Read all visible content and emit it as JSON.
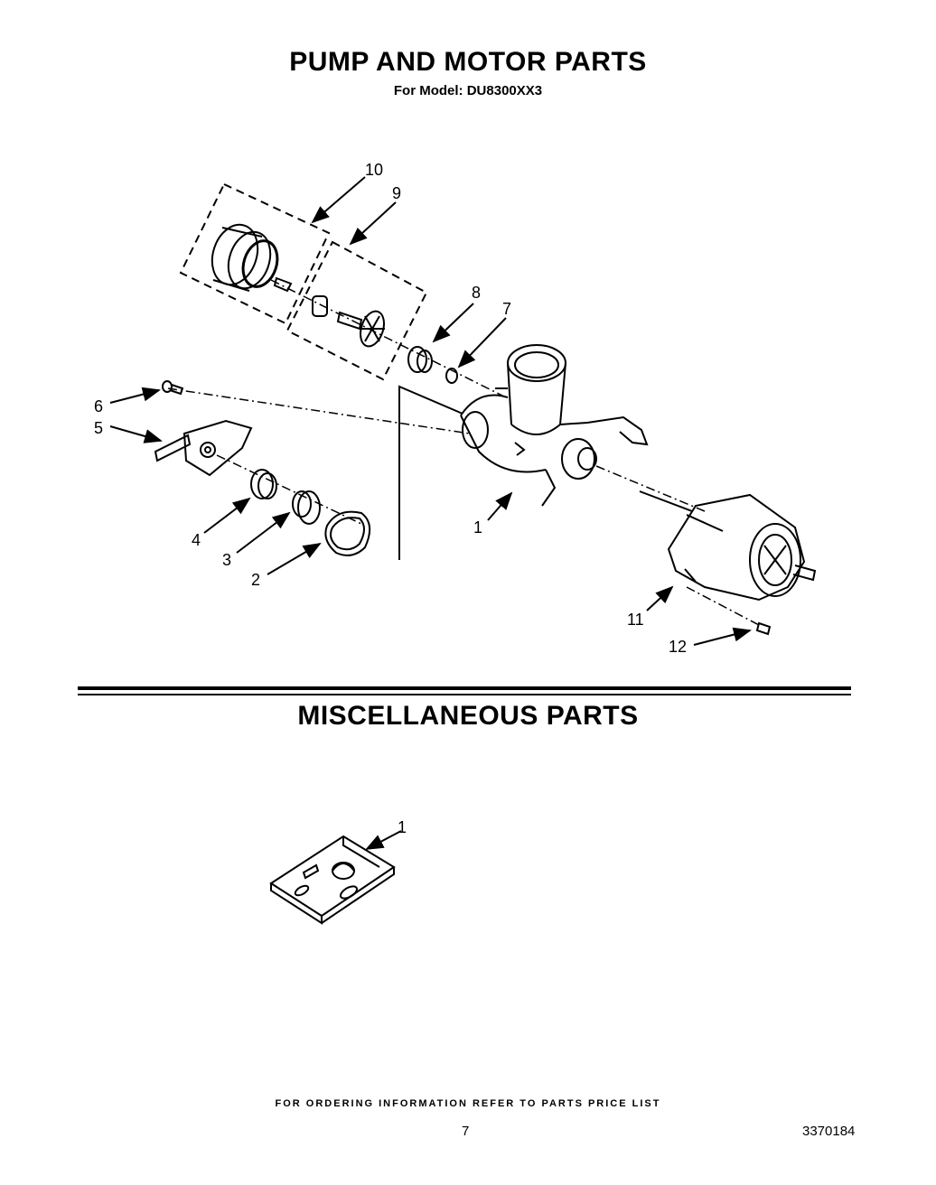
{
  "header": {
    "title": "PUMP AND MOTOR PARTS",
    "model_line": "For Model: DU8300XX3"
  },
  "misc_section": {
    "title": "MISCELLANEOUS PARTS",
    "callouts": [
      "1"
    ]
  },
  "pump_callouts": [
    "1",
    "2",
    "3",
    "4",
    "5",
    "6",
    "7",
    "8",
    "9",
    "10",
    "11",
    "12"
  ],
  "footer": {
    "ordering_note": "FOR ORDERING INFORMATION REFER TO PARTS PRICE LIST",
    "page_number": "7",
    "document_number": "3370184"
  }
}
